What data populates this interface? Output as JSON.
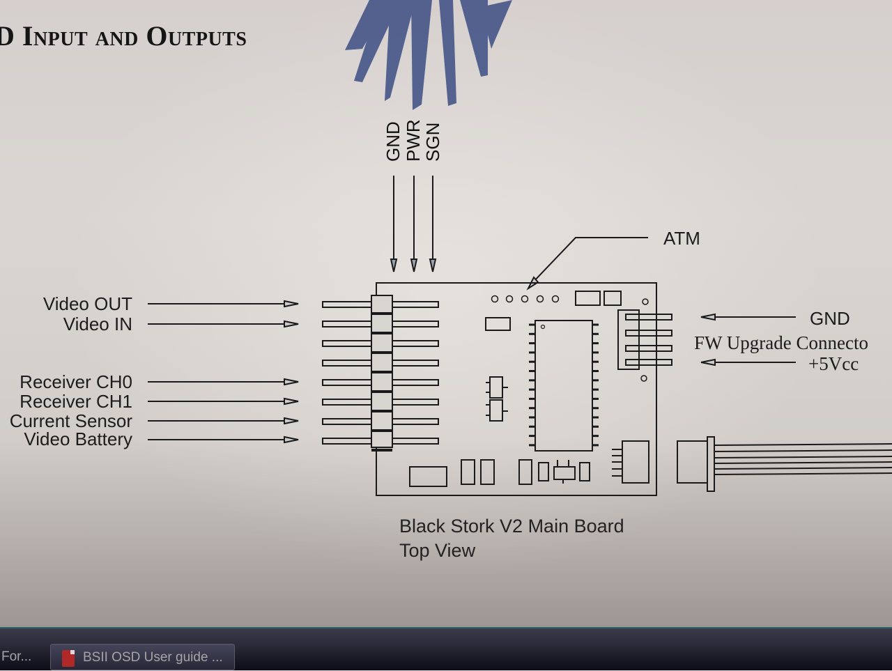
{
  "document": {
    "heading": "D Input and Outputs",
    "top_connector_labels": [
      "GND",
      "PWR",
      "SGN"
    ],
    "atm_label": "ATM",
    "left_labels": [
      "Video OUT",
      "Video IN",
      "Receiver CH0",
      "Receiver CH1",
      "Current Sensor",
      "Video Battery"
    ],
    "right_labels": {
      "gnd": "GND",
      "fw_upgrade": "FW Upgrade Connecto",
      "vcc": "+5Vcc"
    },
    "caption_line1": "Black Stork V2 Main Board",
    "caption_line2": "Top View",
    "bird_color": "#4a5a8a"
  },
  "taskbar": {
    "items": [
      {
        "label": "For...",
        "icon": "folder-icon"
      },
      {
        "label": "BSII OSD User guide ...",
        "icon": "pdf-icon"
      }
    ]
  }
}
